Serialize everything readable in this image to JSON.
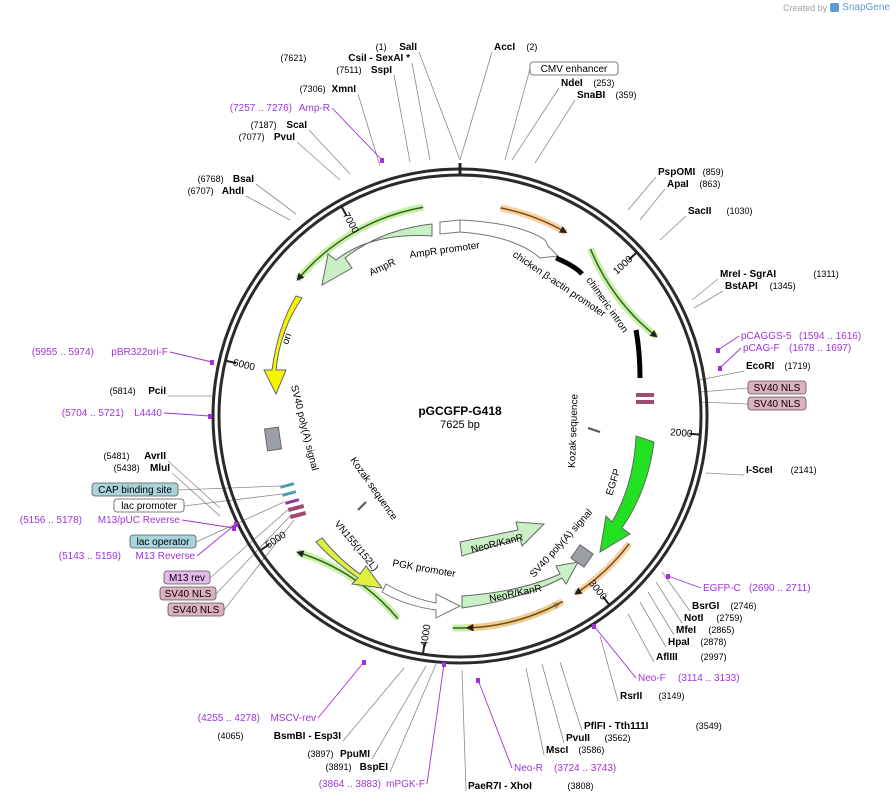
{
  "credit": {
    "prefix": "Created by",
    "brand": "SnapGene"
  },
  "plasmid": {
    "name": "pGCGFP-G418",
    "length": "7625 bp"
  },
  "ruler_ticks": [
    "1000",
    "2000",
    "3000",
    "4000",
    "5000",
    "6000",
    "7000"
  ],
  "sites": [
    {
      "name": "SalI",
      "pos": "(1)",
      "side": "left"
    },
    {
      "name": "AccI",
      "pos": "(2)",
      "side": "right"
    },
    {
      "name": "NdeI",
      "pos": "(253)",
      "side": "right"
    },
    {
      "name": "SnaBI",
      "pos": "(359)",
      "side": "right"
    },
    {
      "name": "PspOMI",
      "pos": "(859)",
      "side": "right"
    },
    {
      "name": "ApaI",
      "pos": "(863)",
      "side": "right"
    },
    {
      "name": "SacII",
      "pos": "(1030)",
      "side": "right"
    },
    {
      "name": "MreI  -  SgrAI",
      "pos": "(1311)",
      "side": "right"
    },
    {
      "name": "BstAPI",
      "pos": "(1345)",
      "side": "right"
    },
    {
      "name": "EcoRI",
      "pos": "(1719)",
      "side": "right"
    },
    {
      "name": "I-SceI",
      "pos": "(2141)",
      "side": "right"
    },
    {
      "name": "BsrGI",
      "pos": "(2746)",
      "side": "right"
    },
    {
      "name": "NotI",
      "pos": "(2759)",
      "side": "right"
    },
    {
      "name": "MfeI",
      "pos": "(2865)",
      "side": "right"
    },
    {
      "name": "HpaI",
      "pos": "(2878)",
      "side": "right"
    },
    {
      "name": "AflIII",
      "pos": "(2997)",
      "side": "right"
    },
    {
      "name": "RsrII",
      "pos": "(3149)",
      "side": "right"
    },
    {
      "name": "PflFI  -  Tth111I",
      "pos": "(3549)",
      "side": "right"
    },
    {
      "name": "PvuII",
      "pos": "(3562)",
      "side": "right"
    },
    {
      "name": "MscI",
      "pos": "(3586)",
      "side": "right"
    },
    {
      "name": "PaeR7I  -  XhoI",
      "pos": "(3808)",
      "side": "right"
    },
    {
      "name": "BspEI",
      "pos": "(3891)",
      "side": "left"
    },
    {
      "name": "PpuMI",
      "pos": "(3897)",
      "side": "left"
    },
    {
      "name": "BsmBI  -  Esp3I",
      "pos": "(4065)",
      "side": "left"
    },
    {
      "name": "MluI",
      "pos": "(5438)",
      "side": "left"
    },
    {
      "name": "AvrII",
      "pos": "(5481)",
      "side": "left"
    },
    {
      "name": "PciI",
      "pos": "(5814)",
      "side": "left"
    },
    {
      "name": "AhdI",
      "pos": "(6707)",
      "side": "left"
    },
    {
      "name": "BsaI",
      "pos": "(6768)",
      "side": "left"
    },
    {
      "name": "PvuI",
      "pos": "(7077)",
      "side": "left"
    },
    {
      "name": "ScaI",
      "pos": "(7187)",
      "side": "left"
    },
    {
      "name": "XmnI",
      "pos": "(7306)",
      "side": "left"
    },
    {
      "name": "SspI",
      "pos": "(7511)",
      "side": "left"
    },
    {
      "name": "CsiI  -  SexAI *",
      "pos": "(7621)",
      "side": "left"
    }
  ],
  "primers": [
    {
      "name": "Amp-R",
      "range": "(7257 .. 7276)",
      "side": "left"
    },
    {
      "name": "pCAGGS-5",
      "range": "(1594 .. 1616)",
      "side": "right"
    },
    {
      "name": "pCAG-F",
      "range": "(1678 .. 1697)",
      "side": "right"
    },
    {
      "name": "EGFP-C",
      "range": "(2690 .. 2711)",
      "side": "right"
    },
    {
      "name": "Neo-F",
      "range": "(3114 .. 3133)",
      "side": "right"
    },
    {
      "name": "Neo-R",
      "range": "(3724 .. 3743)",
      "side": "right"
    },
    {
      "name": "mPGK-F",
      "range": "(3864 .. 3883)",
      "side": "left"
    },
    {
      "name": "MSCV-rev",
      "range": "(4255 .. 4278)",
      "side": "left"
    },
    {
      "name": "M13 Reverse",
      "range": "(5143 .. 5159)",
      "side": "left"
    },
    {
      "name": "M13/pUC Reverse",
      "range": "(5156 .. 5178)",
      "side": "left"
    },
    {
      "name": "L4440",
      "range": "(5704 .. 5721)",
      "side": "left"
    },
    {
      "name": "pBR322ori-F",
      "range": "(5955 .. 5974)",
      "side": "left"
    }
  ],
  "boxed_labels": [
    {
      "text": "CMV enhancer",
      "color": "#ffffff"
    },
    {
      "text": "SV40 NLS",
      "color": "#dcb0c0"
    },
    {
      "text": "SV40 NLS",
      "color": "#dcb0c0"
    },
    {
      "text": "CAP binding site",
      "color": "#a8d4dc"
    },
    {
      "text": "lac promoter",
      "color": "#ffffff"
    },
    {
      "text": "lac operator",
      "color": "#a8d4dc"
    },
    {
      "text": "M13 rev",
      "color": "#e6b8ee"
    },
    {
      "text": "SV40 NLS",
      "color": "#dcb0c0"
    },
    {
      "text": "SV40 NLS",
      "color": "#dcb0c0"
    }
  ],
  "inner_labels": {
    "ampr": "AmpR",
    "ampr_promoter": "AmpR promoter",
    "chicken_actin": "chicken β-actin promoter",
    "chimeric_intron": "chimeric intron",
    "ori": "ori",
    "sv40_polya_left": "SV40 poly(A) signal",
    "kozak_left": "Kozak sequence",
    "kozak_right": "Kozak sequence",
    "egfp": "EGFP",
    "sv40_polya_right": "SV40 poly(A) signal",
    "neor_1": "NeoR/KanR",
    "neor_2": "NeoR/KanR",
    "pgk": "PGK promoter",
    "vn155": "VN155(I152L)"
  },
  "colors": {
    "backbone": "#2a2a2a",
    "primer": "#a133d6",
    "cds_green": "#c8f0c4",
    "promoter_white": "#ffffff",
    "ori_yellow": "#f5f500",
    "egfp": "#22e022",
    "vn155": "#e0f040",
    "orange_arrow": "#f3c38a",
    "green_arrow": "#b6ea8c"
  }
}
